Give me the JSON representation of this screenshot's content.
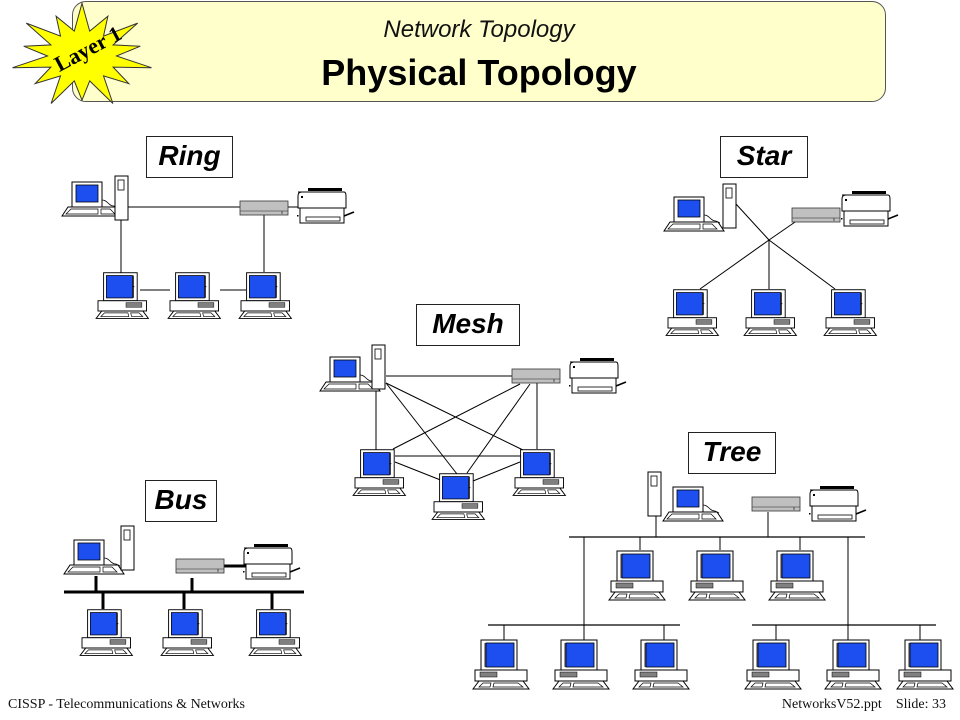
{
  "header": {
    "subtitle": "Network Topology",
    "title": "Physical Topology",
    "badge": "Layer 1",
    "badge_color": "#ffff00",
    "title_bg": "#ffffcc"
  },
  "topologies": [
    {
      "id": "ring",
      "label": "Ring",
      "devices": [
        "workstation",
        "server-tower",
        "hub",
        "printer",
        "computer",
        "computer",
        "computer"
      ]
    },
    {
      "id": "star",
      "label": "Star",
      "devices": [
        "workstation",
        "server-tower",
        "hub",
        "printer",
        "computer",
        "computer",
        "computer"
      ]
    },
    {
      "id": "mesh",
      "label": "Mesh",
      "devices": [
        "workstation",
        "server-tower",
        "hub",
        "printer",
        "computer",
        "computer",
        "computer"
      ]
    },
    {
      "id": "bus",
      "label": "Bus",
      "devices": [
        "workstation",
        "server-tower",
        "hub",
        "printer",
        "computer",
        "computer",
        "computer"
      ]
    },
    {
      "id": "tree",
      "label": "Tree",
      "devices": [
        "server-tower",
        "workstation",
        "hub",
        "printer",
        "computer",
        "computer",
        "computer",
        "computer",
        "computer",
        "computer",
        "computer",
        "computer",
        "computer"
      ]
    }
  ],
  "colors": {
    "screen": "#1d4ff0",
    "hub": "#c0c0c0",
    "line": "#000000"
  },
  "footer": {
    "left": "CISSP - Telecommunications  & Networks",
    "file": "NetworksV52.ppt",
    "slide": "Slide:  33"
  }
}
